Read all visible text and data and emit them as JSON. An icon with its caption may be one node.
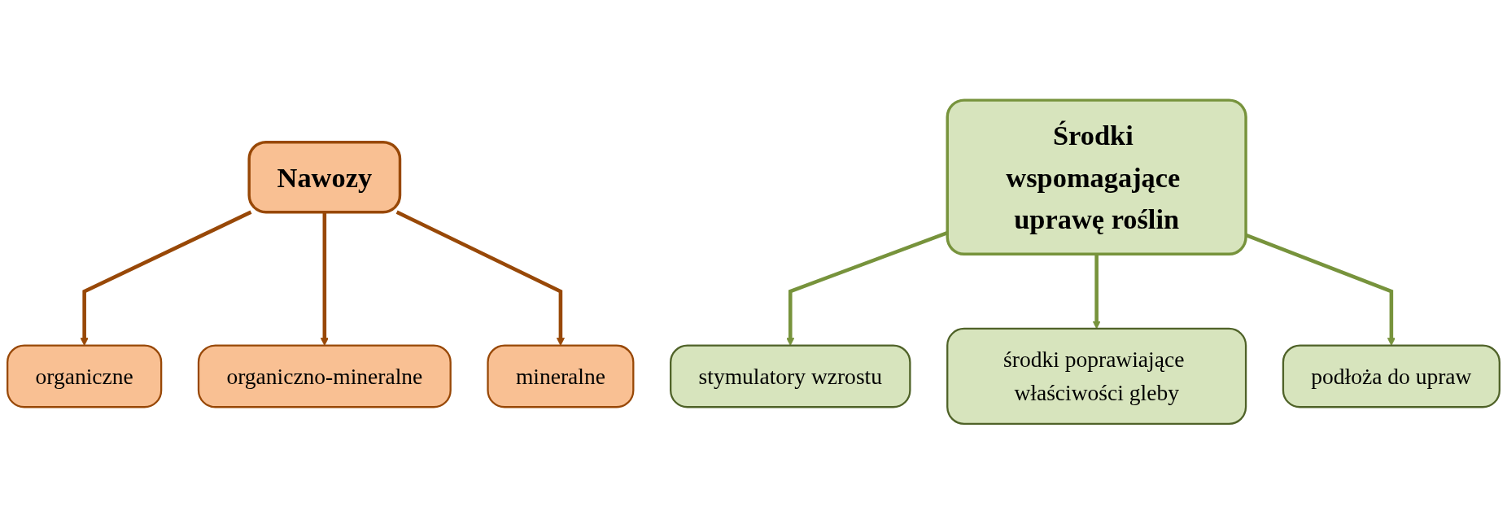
{
  "diagram": {
    "nodes": [
      {
        "text": [
          "Nawozy"
        ]
      },
      {
        "text": [
          "organiczne"
        ]
      },
      {
        "text": [
          "organiczno-mineralne"
        ]
      },
      {
        "text": [
          "mineralne"
        ]
      },
      {
        "text": [
          "Środki wspomagające uprawę roślin"
        ]
      },
      {
        "text": [
          "stymulatory wzrostu"
        ]
      },
      {
        "text": [
          "środki poprawiające właściwości gleby"
        ]
      },
      {
        "text": [
          "podłoża do upraw"
        ]
      }
    ],
    "edges": [
      {
        "from": 0,
        "to": 1,
        "arrow": "to",
        "color": "#984807"
      },
      {
        "from": 0,
        "to": 2,
        "arrow": "to",
        "color": "#984807"
      },
      {
        "from": 0,
        "to": 3,
        "arrow": "to",
        "color": "#984807"
      },
      {
        "from": 4,
        "to": 5,
        "arrow": "to",
        "color": "#77933c"
      },
      {
        "from": 4,
        "to": 6,
        "arrow": "to",
        "color": "#77933c"
      },
      {
        "from": 4,
        "to": 7,
        "arrow": "to",
        "color": "#77933c"
      }
    ]
  }
}
